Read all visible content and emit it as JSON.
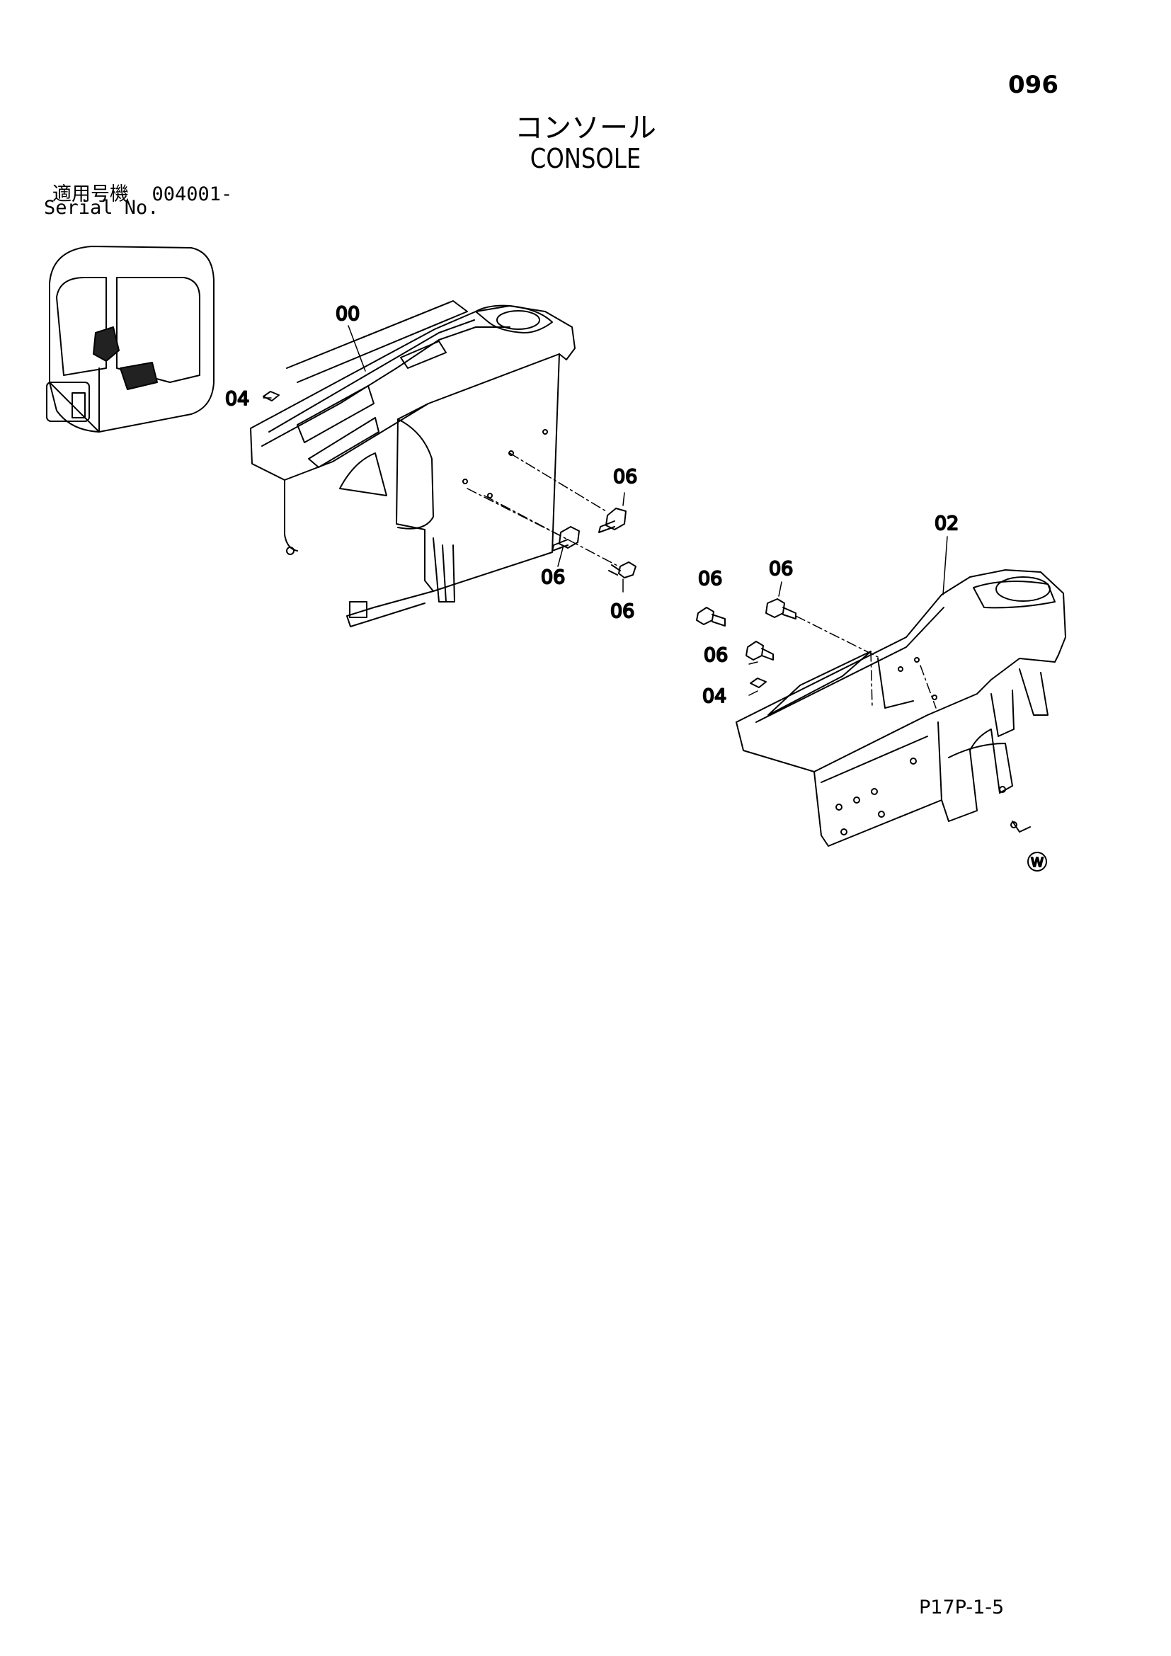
{
  "page_number": "096",
  "title_jp": "コンソール",
  "title_en": "CONSOLE",
  "serial": {
    "jp_label": "適用号機",
    "value": "004001-",
    "en_label": "Serial No."
  },
  "callouts": {
    "c00": "00",
    "c02": "02",
    "c04a": "04",
    "c04b": "04",
    "c06a": "06",
    "c06b": "06",
    "c06c": "06",
    "c06d": "06",
    "c06e": "06",
    "c06f": "06"
  },
  "mark": "W",
  "sheet_code": "P17P-1-5"
}
